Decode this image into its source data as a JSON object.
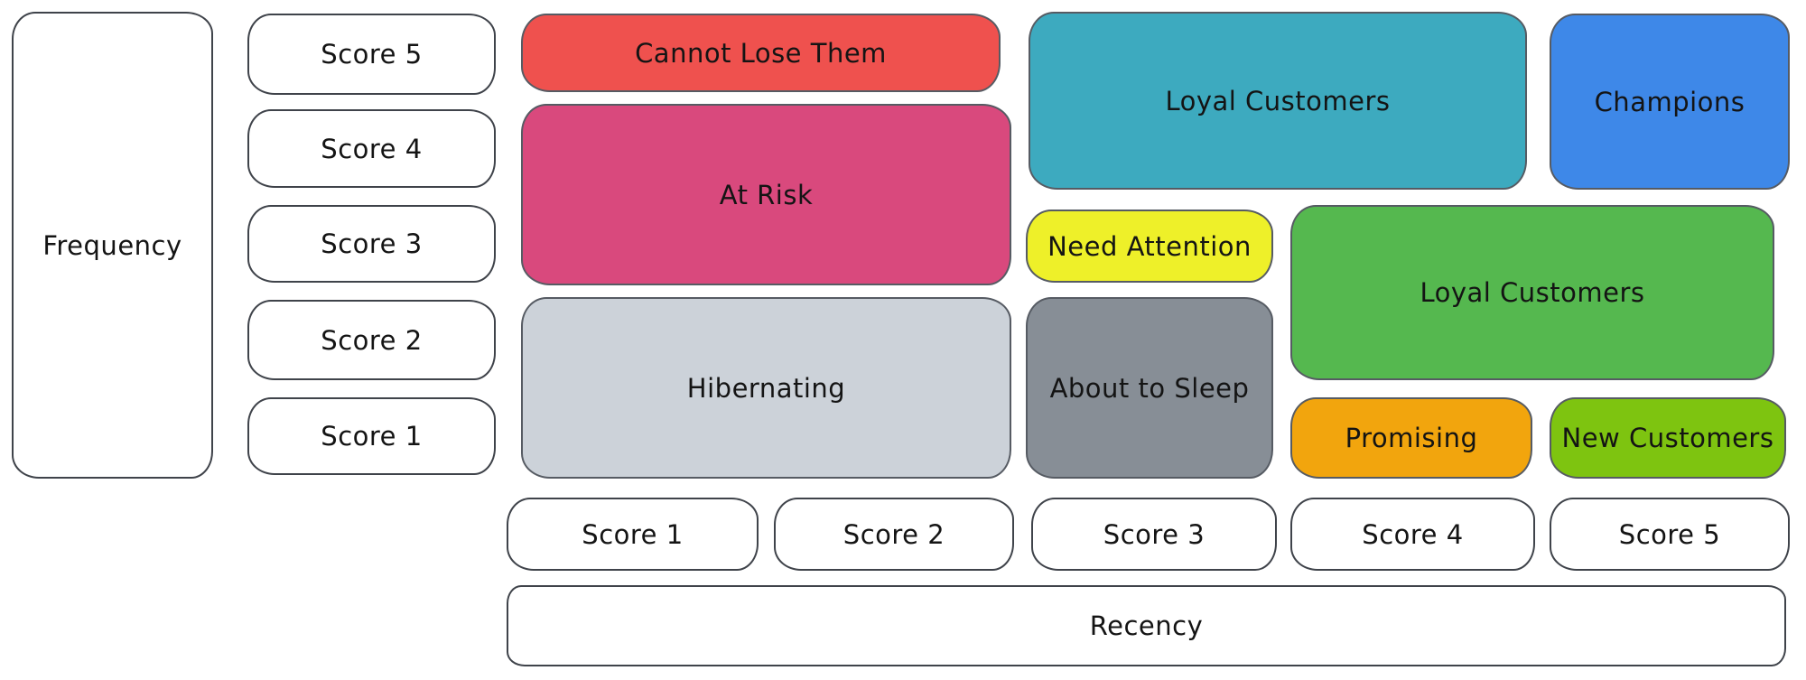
{
  "axes": {
    "frequency": {
      "label": "Frequency",
      "scores": [
        "Score 5",
        "Score 4",
        "Score 3",
        "Score 2",
        "Score 1"
      ]
    },
    "recency": {
      "label": "Recency",
      "scores": [
        "Score 1",
        "Score 2",
        "Score 3",
        "Score 4",
        "Score 5"
      ]
    }
  },
  "segments": [
    {
      "label": "Cannot Lose Them",
      "color": "#ef514e"
    },
    {
      "label": "At Risk",
      "color": "#d9497d"
    },
    {
      "label": "Hibernating",
      "color": "#ccd2d9"
    },
    {
      "label": "Loyal Customers",
      "color": "#3daabf"
    },
    {
      "label": "Champions",
      "color": "#3e88e8"
    },
    {
      "label": "Need Attention",
      "color": "#eef029"
    },
    {
      "label": "Loyal Customers",
      "color": "#55b84f"
    },
    {
      "label": "About to Sleep",
      "color": "#878e96"
    },
    {
      "label": "Promising",
      "color": "#f2a50d"
    },
    {
      "label": "New Customers",
      "color": "#7ec410"
    }
  ]
}
